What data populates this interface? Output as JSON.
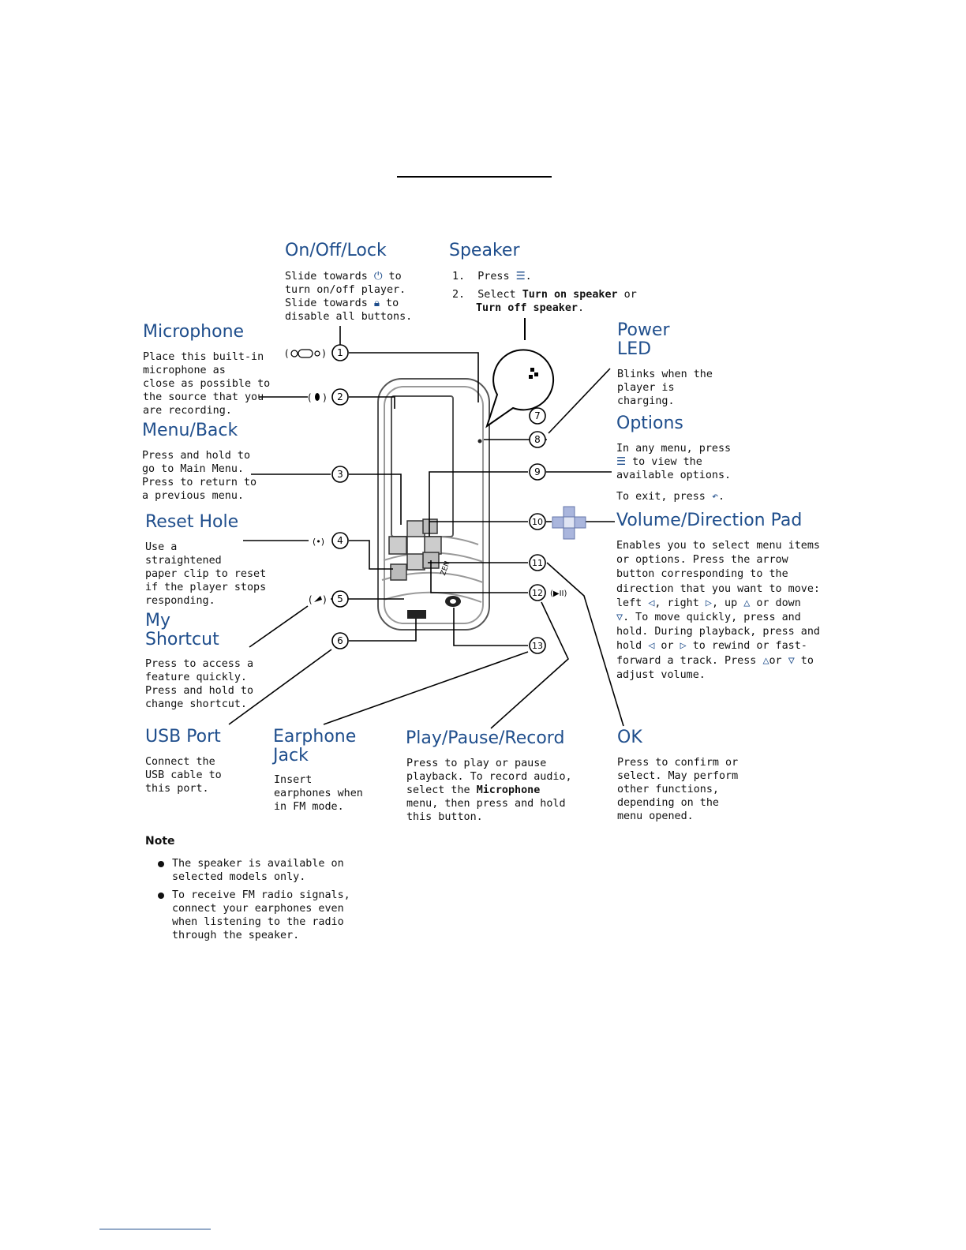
{
  "callouts": {
    "onoff": {
      "title": "On/Off/Lock",
      "l1a": "Slide towards ",
      "l1b": " to",
      "l2": "turn on/off player.",
      "l3a": "Slide towards ",
      "l3b": " to",
      "l4": "disable all buttons."
    },
    "speaker": {
      "title": "Speaker",
      "n1": "1.",
      "s1a": "Press ",
      "s1b": ".",
      "n2": "2.",
      "s2a": "Select ",
      "s2b": "Turn on speaker",
      "s2c": " or",
      "s3": "Turn off speaker",
      "s3b": "."
    },
    "microphone": {
      "title": "Microphone",
      "lines": [
        "Place this built-in",
        "microphone as",
        "close as possible to",
        "the source that you",
        "are recording."
      ]
    },
    "power_led": {
      "title1": "Power",
      "title2": "LED",
      "lines": [
        "Blinks when the",
        "player is",
        "charging."
      ]
    },
    "menu_back": {
      "title": "Menu/Back",
      "lines": [
        "Press and hold to",
        "go to Main Menu.",
        "Press to return to",
        "a previous menu."
      ]
    },
    "options": {
      "title": "Options",
      "l1": "In any menu, press",
      "l2": " to view the",
      "l3": "available options.",
      "l4a": "To exit, press ",
      "l4b": "."
    },
    "reset_hole": {
      "title": "Reset Hole",
      "lines": [
        "Use a",
        "straightened",
        "paper clip to reset",
        "if the player stops",
        "responding."
      ]
    },
    "volume_pad": {
      "title": "Volume/Direction Pad",
      "l1": "Enables you to select menu items",
      "l2": "or options. Press the arrow",
      "l3": "button corresponding to the",
      "l4": "direction that you want to move:",
      "l5a": "left ",
      "l5b": ", right ",
      "l5c": ", up ",
      "l5d": " or down",
      "l6": ". To move quickly, press and",
      "l7": "hold. During playback, press and",
      "l8a": "hold ",
      "l8b": " or ",
      "l8c": " to rewind or fast-",
      "l9a": "forward a track. Press ",
      "l9b": "or ",
      "l9c": " to",
      "l10": "adjust volume."
    },
    "my_shortcut": {
      "title1": "My",
      "title2": "Shortcut",
      "lines": [
        "Press to access a",
        "feature quickly.",
        "Press and hold to",
        "change shortcut."
      ]
    },
    "usb_port": {
      "title": "USB Port",
      "lines": [
        "Connect the",
        "USB cable to",
        "this port."
      ]
    },
    "earphone_jack": {
      "title1": "Earphone",
      "title2": "Jack",
      "lines": [
        "Insert",
        "earphones when",
        "in FM mode."
      ]
    },
    "play_pause": {
      "title": "Play/Pause/Record",
      "l1": "Press to play or pause",
      "l2": "playback. To record audio,",
      "l3a": "select the ",
      "l3b": "Microphone",
      "l4": "menu, then press and hold",
      "l5": "this button."
    },
    "ok": {
      "title": "OK",
      "lines": [
        "Press to confirm or",
        "select. May perform",
        "other functions,",
        "depending on the",
        "menu opened."
      ]
    }
  },
  "markers": [
    "1",
    "2",
    "3",
    "4",
    "5",
    "6",
    "7",
    "8",
    "9",
    "10",
    "11",
    "12",
    "13"
  ],
  "small_labels": {
    "play_symbol": "(▶II)",
    "reset_symbol": "(•)",
    "device_logo": "ZEN"
  },
  "note": {
    "title": "Note",
    "items": [
      [
        "The speaker is available on",
        "selected models only."
      ],
      [
        "To receive FM radio signals,",
        "connect your earphones even",
        "when listening to the radio",
        "through the speaker."
      ]
    ]
  },
  "colors": {
    "heading": "#1f4e8c",
    "line": "#000000",
    "device_outline": "#555555"
  }
}
